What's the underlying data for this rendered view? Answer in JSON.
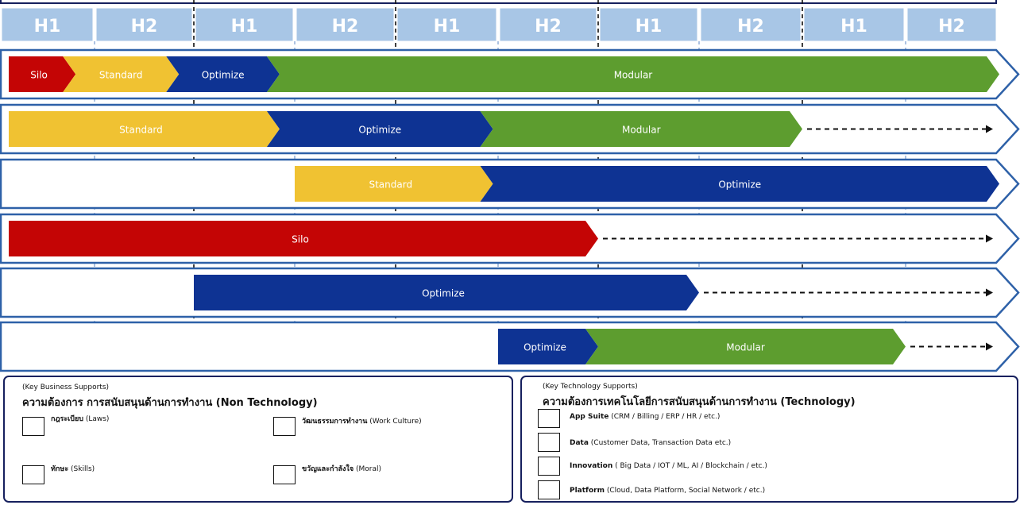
{
  "header": {
    "cells": [
      "H1",
      "H2",
      "H1",
      "H2",
      "H1",
      "H2",
      "H1",
      "H2",
      "H1",
      "H2"
    ]
  },
  "colors": {
    "header_fill": "#a8c6e6",
    "header_text": "#ffffff",
    "row_border": "#2e61a8",
    "silo": "#c40505",
    "standard": "#f0c232",
    "optimize": "#0e3393",
    "modular": "#5d9d2f",
    "panel_border": "#16205e"
  },
  "rows": [
    {
      "segments": [
        {
          "phase": "silo",
          "label": "Silo",
          "start": 0,
          "end": 0.8
        },
        {
          "phase": "standard",
          "label": "Standard",
          "start": 0.8,
          "end": 1.85
        },
        {
          "phase": "optimize",
          "label": "Optimize",
          "start": 1.85,
          "end": 2.85
        },
        {
          "phase": "modular",
          "label": "Modular",
          "start": 2.85,
          "end": 10
        }
      ],
      "continues": false
    },
    {
      "segments": [
        {
          "phase": "standard",
          "label": "Standard",
          "start": 0,
          "end": 2.85
        },
        {
          "phase": "optimize",
          "label": "Optimize",
          "start": 2.85,
          "end": 4.95
        },
        {
          "phase": "modular",
          "label": "Modular",
          "start": 4.95,
          "end": 8
        }
      ],
      "continues": true
    },
    {
      "segments": [
        {
          "phase": "standard",
          "label": "Standard",
          "start": 3,
          "end": 4.95
        },
        {
          "phase": "optimize",
          "label": "Optimize",
          "start": 4.95,
          "end": 10
        }
      ],
      "continues": false
    },
    {
      "segments": [
        {
          "phase": "silo",
          "label": "Silo",
          "start": 0,
          "end": 6
        }
      ],
      "continues": true
    },
    {
      "segments": [
        {
          "phase": "optimize",
          "label": "Optimize",
          "start": 2,
          "end": 7
        }
      ],
      "continues": true
    },
    {
      "segments": [
        {
          "phase": "optimize",
          "label": "Optimize",
          "start": 5,
          "end": 6
        },
        {
          "phase": "modular",
          "label": "Modular",
          "start": 6,
          "end": 9
        }
      ],
      "continues": true
    }
  ],
  "business": {
    "caption": "(Key Business Supports)",
    "title": "ความต้องการ การสนับสนุนด้านการทำงาน (Non Technology)",
    "items": [
      {
        "name": "กฎระเบียบ",
        "desc": "(Laws)"
      },
      {
        "name": "วัฒนธรรมการทำงาน",
        "desc": "(Work Culture)"
      },
      {
        "name": "ทักษะ",
        "desc": "(Skills)"
      },
      {
        "name": "ขวัญและกำลังใจ",
        "desc": "(Moral)"
      }
    ]
  },
  "technology": {
    "caption": "(Key Technology Supports)",
    "title": "ความต้องการเทคโนโลยีการสนับสนุนด้านการทำงาน (Technology)",
    "items": [
      {
        "name": "App Suite",
        "desc": "(CRM / Billing / ERP / HR / etc.)"
      },
      {
        "name": "Data",
        "desc": "(Customer Data, Transaction Data etc.)"
      },
      {
        "name": "Innovation",
        "desc": "( Big Data / IOT / ML, AI / Blockchain / etc.)"
      },
      {
        "name": "Platform",
        "desc": "(Cloud, Data Platform, Social Network / etc.)"
      }
    ]
  }
}
